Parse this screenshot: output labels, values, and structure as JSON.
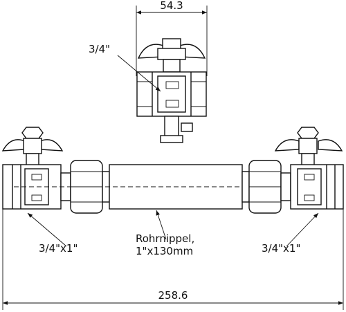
{
  "dimensions": {
    "top_width": "54.3",
    "overall_length": "258.6"
  },
  "callouts": {
    "top_valve": "3/4\"",
    "left_valve": "3/4\"x1\"",
    "right_valve": "3/4\"x1\"",
    "pipe_line1": "Rohrnippel,",
    "pipe_line2": "1\"x130mm"
  }
}
